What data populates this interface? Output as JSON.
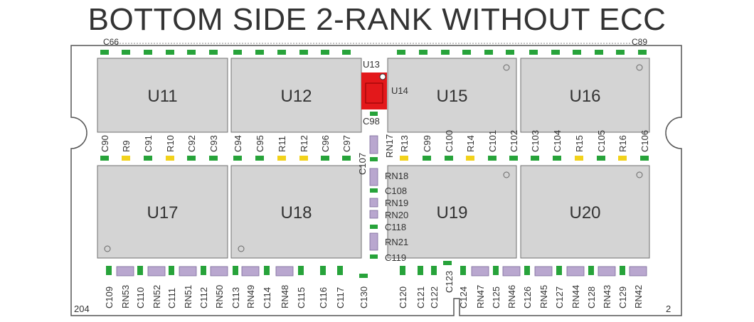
{
  "title": "BOTTOM SIDE 2-RANK WITHOUT ECC",
  "colors": {
    "background": "#ffffff",
    "outline": "#555555",
    "chip_fill": "#d4d4d4",
    "chip_stroke": "#707070",
    "capacitor": "#27a33a",
    "resistor": "#f2d21b",
    "resistor_network": "#b9a7cf",
    "highlight_chip": "#e3181b",
    "text": "#333333"
  },
  "chips": [
    {
      "label": "U11",
      "pin1": "none"
    },
    {
      "label": "U12",
      "pin1": "none"
    },
    {
      "label": "U15",
      "pin1": "top-right"
    },
    {
      "label": "U16",
      "pin1": "top-right"
    },
    {
      "label": "U17",
      "pin1": "bottom-left"
    },
    {
      "label": "U18",
      "pin1": "bottom-left"
    },
    {
      "label": "U19",
      "pin1": "top-right"
    },
    {
      "label": "U20",
      "pin1": "top-right"
    }
  ],
  "center_labels": [
    "U13",
    "U14",
    "C98",
    "RN17",
    "C107",
    "RN18",
    "C108",
    "RN19",
    "RN20",
    "C118",
    "RN21",
    "C119"
  ],
  "middle_row_labels": [
    "C90",
    "R9",
    "C91",
    "R10",
    "C92",
    "C93",
    "C94",
    "C95",
    "R11",
    "R12",
    "C96",
    "C97",
    "R13",
    "C99",
    "C100",
    "R14",
    "C101",
    "C102",
    "C103",
    "C104",
    "R15",
    "C105",
    "R16",
    "C106"
  ],
  "middle_row_types": [
    "C",
    "R",
    "C",
    "R",
    "C",
    "C",
    "C",
    "C",
    "R",
    "R",
    "C",
    "C",
    "R",
    "C",
    "C",
    "R",
    "C",
    "C",
    "C",
    "C",
    "R",
    "C",
    "R",
    "C"
  ],
  "bottom_labels": [
    "C109",
    "RN53",
    "C110",
    "RN52",
    "C111",
    "RN51",
    "C112",
    "RN50",
    "C113",
    "RN49",
    "C114",
    "RN48",
    "C115",
    "C116",
    "C117",
    "C130",
    "C120",
    "C121",
    "C122",
    "C123",
    "C124",
    "RN47",
    "C125",
    "RN46",
    "C126",
    "RN45",
    "C127",
    "RN44",
    "C128",
    "RN43",
    "C129",
    "RN42"
  ],
  "top_labels": [
    "C66",
    "C89"
  ],
  "pin_labels": [
    "204",
    "2"
  ]
}
